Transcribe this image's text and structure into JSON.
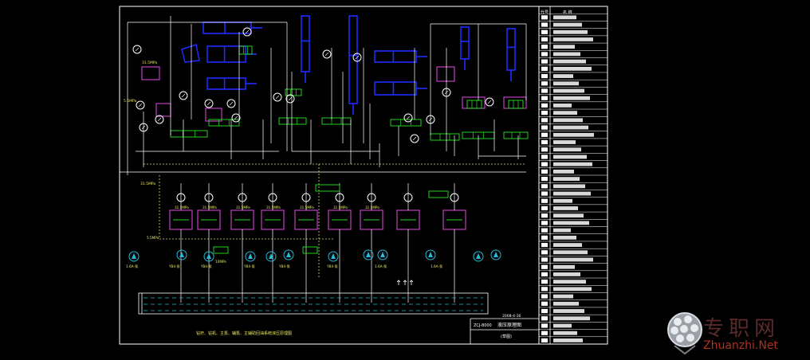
{
  "diagram": {
    "kind": "CAD hydraulic schematic (AutoCAD model space, black background)",
    "colors": {
      "background": "#000000",
      "frame": "#ffffff",
      "line": "#ffffff",
      "actuator": "#1e2cff",
      "valve": "#20d020",
      "symbol_box": "#c040c0",
      "pump": "#26b8d8",
      "text": "#ffffff",
      "label_yellow": "#e8e860",
      "dashed": "#e0e080"
    },
    "legend_header": [
      "代号",
      "名 称"
    ],
    "pressure_labels": [
      "31.5MPa",
      "31.5MPa",
      "31.5MPa",
      "31.5MPa",
      "31.5MPa",
      "31.5MPa",
      "31.5MPa",
      "31.5MPa",
      "5.5MPa",
      "10MPa"
    ],
    "pump_labels": [
      "1.6A-泵",
      "YB4-泵",
      "YB4-泵",
      "YB4-泵",
      "YB4-泵",
      "YB4-泵",
      "1.6A-泵",
      "1.6A-泵"
    ],
    "bottom_caption": "钻杆、钻机、主泵、辅泵、主辅助回油系统液压原理图",
    "title_block": {
      "drawing_no": "ZCJ-8000",
      "title": "液压原理图",
      "subtitle": "(草图)",
      "date": "2008-4-16"
    }
  },
  "watermark": {
    "brand_cn": "专职网",
    "brand_en": "Zhuanzhi.Net"
  }
}
